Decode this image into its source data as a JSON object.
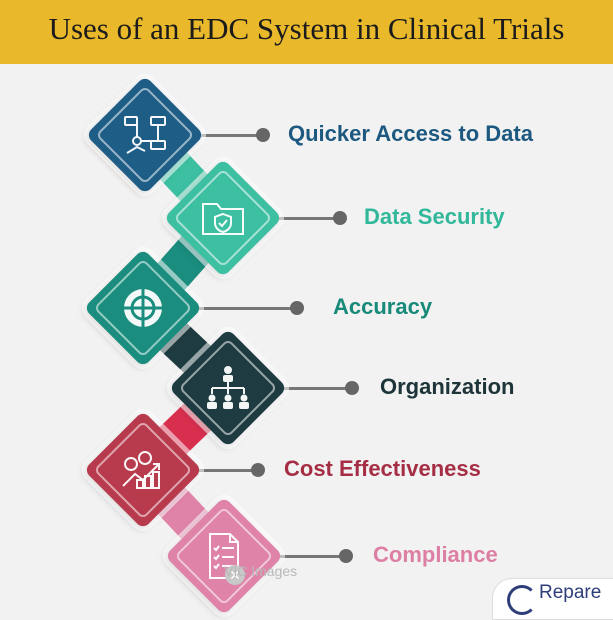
{
  "title": "Uses of an EDC System in Clinical Trials",
  "items": [
    {
      "label": "Quicker Access to Data",
      "icon": "workflow-icon",
      "color": "#1e5d86",
      "text_color": "#1c587f"
    },
    {
      "label": "Data Security",
      "icon": "secure-folder-icon",
      "color": "#3dbfa1",
      "text_color": "#31b79a"
    },
    {
      "label": "Accuracy",
      "icon": "target-icon",
      "color": "#1a8d7e",
      "text_color": "#188a7a"
    },
    {
      "label": "Organization",
      "icon": "org-chart-icon",
      "color": "#1d3b40",
      "text_color": "#1d3438"
    },
    {
      "label": "Cost Effectiveness",
      "icon": "cost-chart-icon",
      "color": "#b83a4d",
      "text_color": "#a52e45"
    },
    {
      "label": "Compliance",
      "icon": "checklist-icon",
      "color": "#df84a8",
      "text_color": "#dd7fa4"
    }
  ],
  "connector_colors": [
    "#3dbfa1",
    "#1a8d7e",
    "#1d3b40",
    "#d92f4f",
    "#df84a8"
  ],
  "watermark": {
    "text": "VIC Images",
    "icon": "close-icon"
  },
  "logo": {
    "text": "Repare",
    "icon": "logo-icon"
  }
}
